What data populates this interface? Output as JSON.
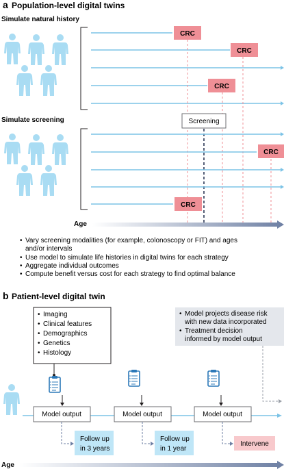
{
  "panel_a": {
    "letter": "a",
    "title": "Population-level digital twins",
    "natural_history_label": "Simulate natural history",
    "screening_label": "Simulate screening",
    "screening_box_label": "Screening",
    "crc_label": "CRC",
    "age_label": "Age",
    "bullets": [
      "Vary screening modalities (for example, colonoscopy or FIT) and ages",
      "and/or intervals",
      "Use model to simulate life histories in digital twins for each strategy",
      "Aggregate individual outcomes",
      "Compute benefit versus cost for each strategy to find optimal balance"
    ]
  },
  "panel_b": {
    "letter": "b",
    "title": "Patient-level digital twin",
    "inputs": [
      "Imaging",
      "Clinical features",
      "Demographics",
      "Genetics",
      "Histology"
    ],
    "model_notes": [
      "Model projects disease risk",
      "with new data incorporated",
      "Treatment decision",
      "informed by model output"
    ],
    "model_output_label": "Model output",
    "followup_1": [
      "Follow up",
      "in 3 years"
    ],
    "followup_2": [
      "Follow up",
      "in 1 year"
    ],
    "intervene_label": "Intervene",
    "age_label": "Age"
  },
  "colors": {
    "person": "#a9dcf3",
    "line": "#7cc3e6",
    "crc_fill": "#ef8f96",
    "followup_fill": "#bfe6f7",
    "intervene_fill": "#f8c9cc",
    "notes_fill": "#e4e7ec",
    "age_arrow": "#6d7fa3"
  }
}
